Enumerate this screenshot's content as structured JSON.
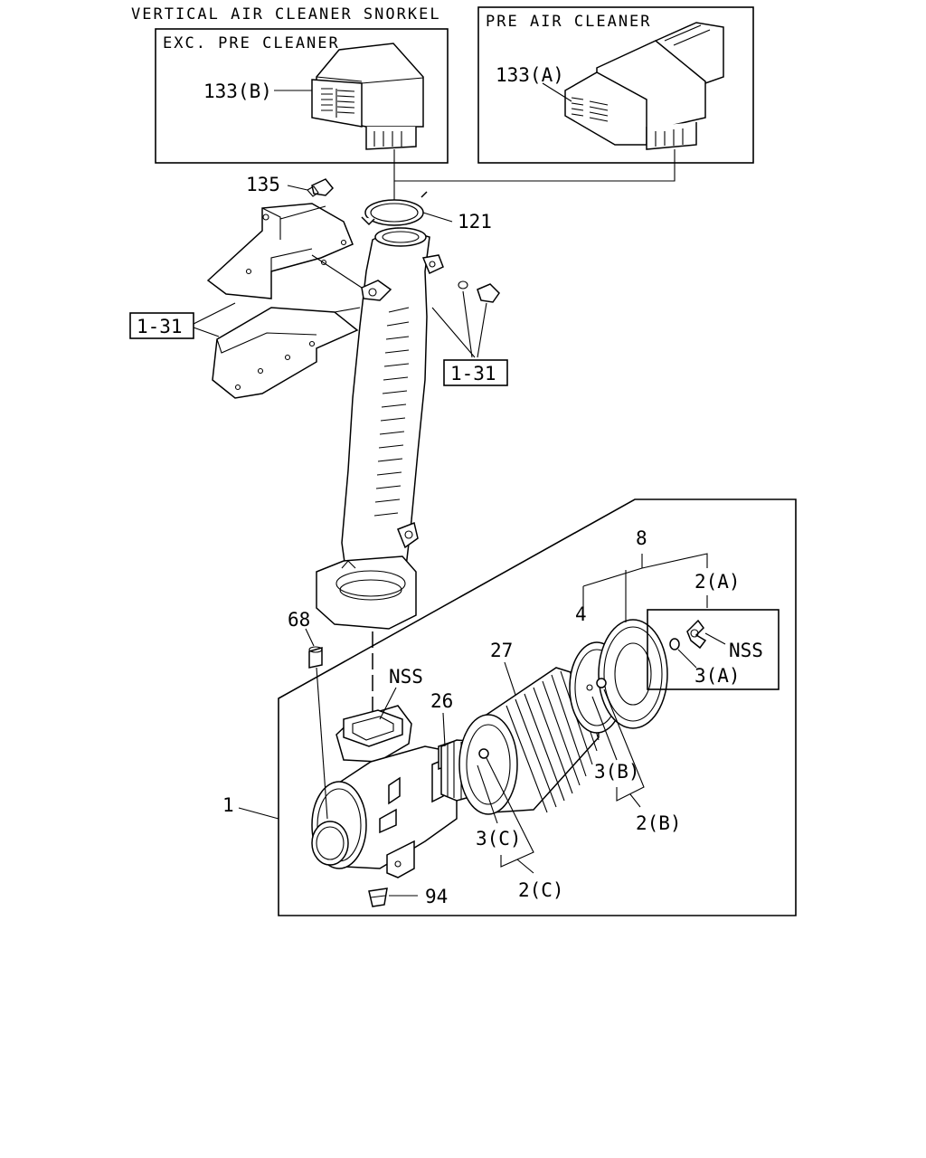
{
  "header": {
    "title": "VERTICAL AIR CLEANER SNORKEL",
    "box_left_title": "EXC. PRE CLEANER",
    "box_right_title": "PRE AIR CLEANER"
  },
  "callouts": {
    "p133b": "133(B)",
    "p133a": "133(A)",
    "p135": "135",
    "p121": "121",
    "ref_left": "1-31",
    "ref_right": "1-31",
    "p68": "68",
    "nss_duct": "NSS",
    "p26": "26",
    "p27": "27",
    "p8": "8",
    "p4": "4",
    "p2a": "2(A)",
    "nss_kit": "NSS",
    "p3a": "3(A)",
    "p3b": "3(B)",
    "p2b": "2(B)",
    "p1": "1",
    "p3c": "3(C)",
    "p2c": "2(C)",
    "p94": "94"
  }
}
